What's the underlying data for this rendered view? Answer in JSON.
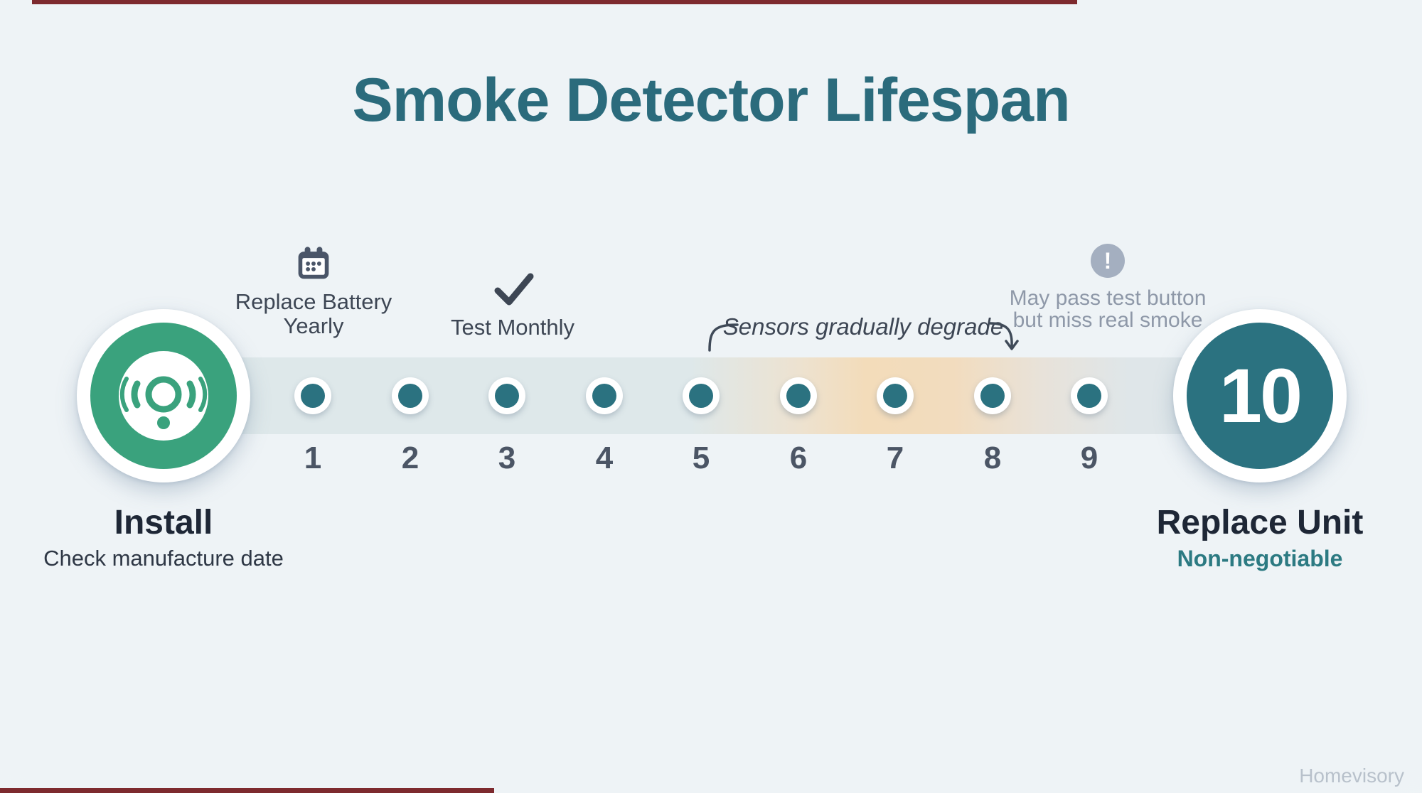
{
  "page": {
    "title": "Smoke Detector Lifespan",
    "watermark": "Homevisory"
  },
  "timeline": {
    "start": {
      "label": "Install",
      "sublabel": "Check manufacture date",
      "icon": "smoke-detector-icon"
    },
    "end": {
      "label": "Replace Unit",
      "sublabel": "Non-negotiable",
      "value": "10"
    },
    "years": [
      "1",
      "2",
      "3",
      "4",
      "5",
      "6",
      "7",
      "8",
      "9"
    ]
  },
  "annotations": {
    "battery": {
      "line1": "Replace Battery",
      "line2": "Yearly",
      "icon": "calendar-icon"
    },
    "test": {
      "label": "Test Monthly",
      "icon": "checkmark-icon"
    },
    "degrade": {
      "label": "Sensors gradually degrade"
    },
    "warning": {
      "line1": "May pass test button",
      "line2": "but miss real smoke",
      "icon": "alert-icon"
    }
  },
  "colors": {
    "accent_teal": "#2b6b7c",
    "green": "#3aa27d",
    "dot_teal": "#2b7280",
    "slate": "#3d4654",
    "gray_text": "#8e98a8",
    "warning_gray": "#a4afc0",
    "nonneg_teal": "#2c7a82",
    "band_blue": "#dee8ea",
    "band_peach": "#f3dcba",
    "red_bar": "#7d2a2e"
  }
}
